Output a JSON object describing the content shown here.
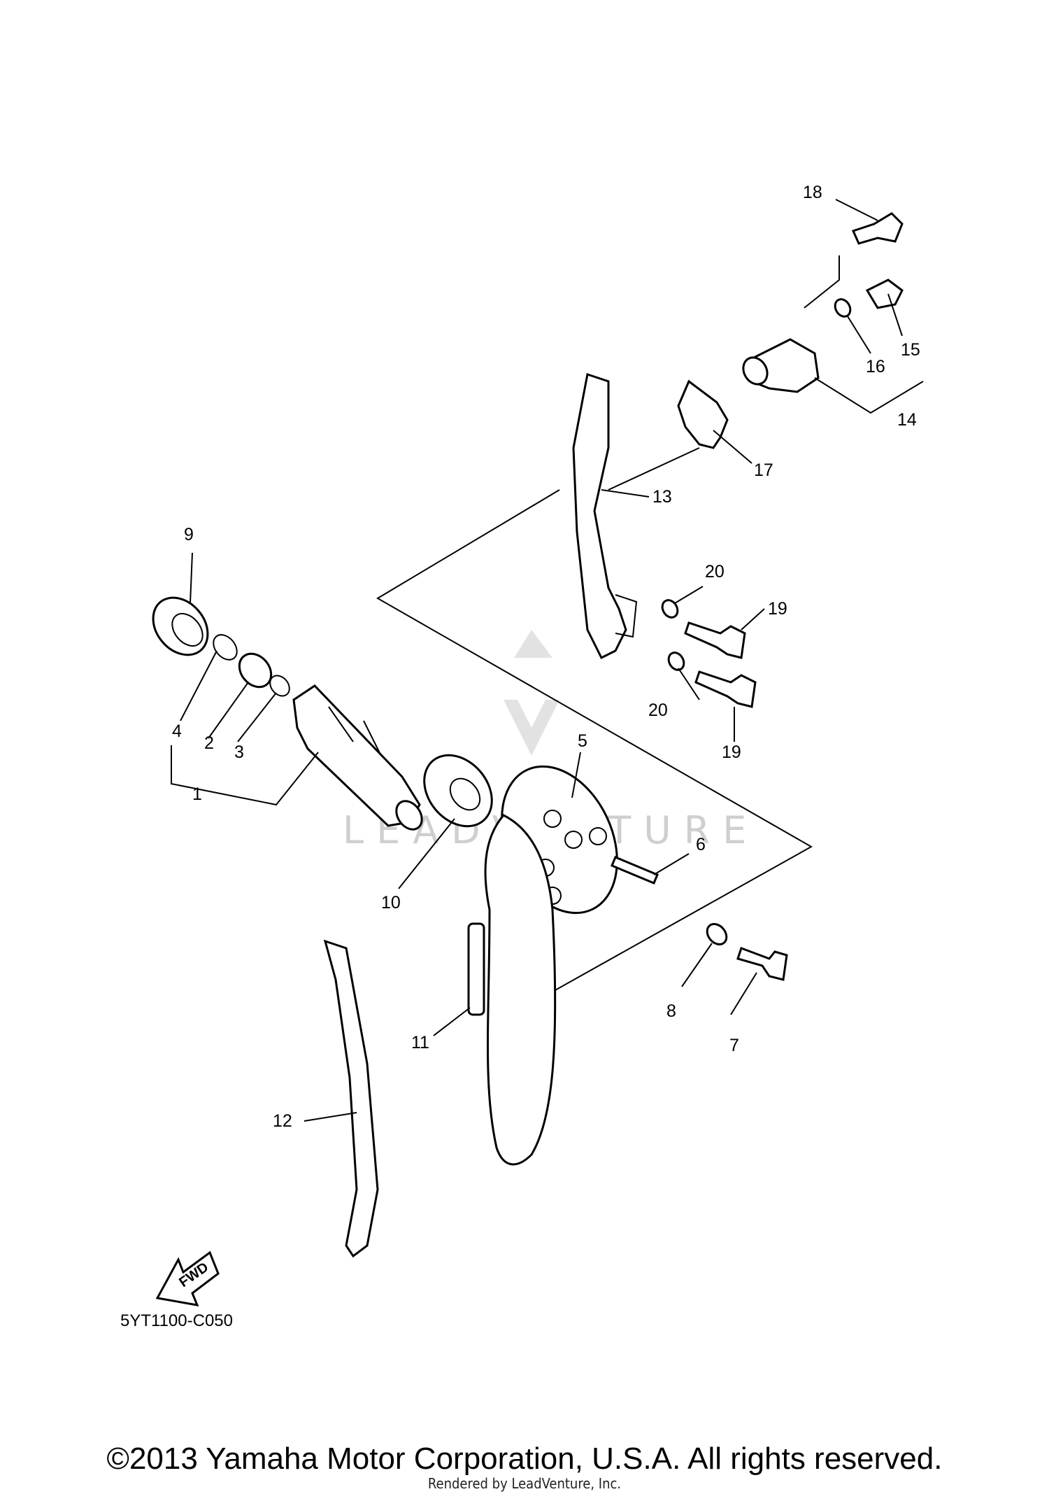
{
  "diagram": {
    "labels": {
      "p1": "1",
      "p2": "2",
      "p3": "3",
      "p4": "4",
      "p5": "5",
      "p6": "6",
      "p7": "7",
      "p8": "8",
      "p9": "9",
      "p10": "10",
      "p11": "11",
      "p12": "12",
      "p13": "13",
      "p14": "14",
      "p15": "15",
      "p16": "16",
      "p17": "17",
      "p18": "18",
      "p19a": "19",
      "p19b": "19",
      "p20a": "20",
      "p20b": "20"
    },
    "fwd_label": "FWD",
    "diagram_code": "5YT1100-C050",
    "watermark": "LEADVENTURE"
  },
  "footer": {
    "copyright": "©2013 Yamaha Motor Corporation, U.S.A. All rights reserved.",
    "rendered_by": "Rendered by LeadVenture, Inc."
  }
}
